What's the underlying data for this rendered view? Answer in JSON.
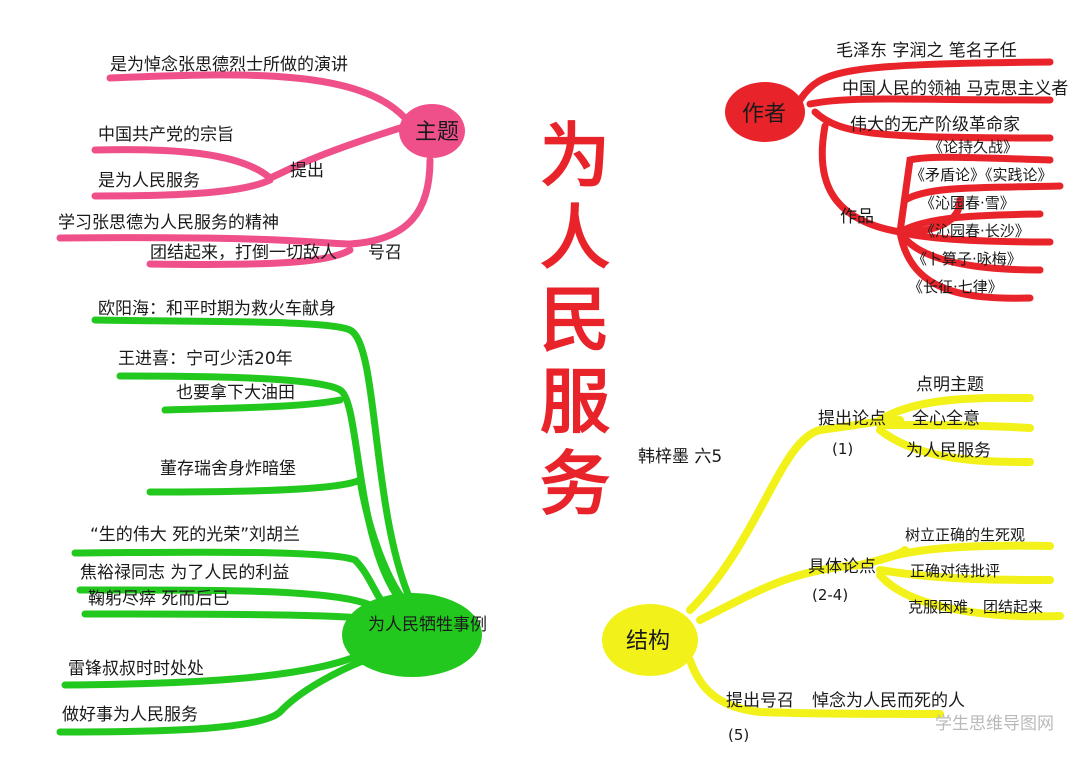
{
  "title": "为人民服务",
  "author_signature": "韩梓墨 六5",
  "watermark": "学生思维导图网",
  "colors": {
    "title": "#e8232a",
    "theme_branch": "#f0508a",
    "author_branch": "#e8232a",
    "examples_branch": "#22c81e",
    "structure_branch": "#f2f21a"
  },
  "theme": {
    "label": "主题",
    "items": [
      "是为悼念张思德烈士所做的演讲",
      "中国共产党的宗旨",
      "是为人民服务",
      "学习张思德为人民服务的精神",
      "团结起来，打倒一切敌人"
    ],
    "sub_tichu": "提出",
    "sub_haozhao": "号召"
  },
  "author": {
    "label": "作者",
    "items": [
      "毛泽东 字润之 笔名子任",
      "中国人民的领袖 马克思主义者",
      "伟大的无产阶级革命家"
    ],
    "works_label": "作品",
    "works": [
      "《论持久战》",
      "《矛盾论》《实践论》",
      "《沁园春·雪》",
      "《沁园春·长沙》",
      "《卜算子·咏梅》",
      "《长征·七律》"
    ]
  },
  "examples": {
    "label": "为人民牺牲事例",
    "items": [
      "欧阳海：和平时期为救火车献身",
      "王进喜：宁可少活20年",
      "也要拿下大油田",
      "董存瑞舍身炸暗堡",
      "“生的伟大 死的光荣”刘胡兰",
      "焦裕禄同志 为了人民的利益",
      "鞠躬尽瘁 死而后已",
      "雷锋叔叔时时处处",
      "做好事为人民服务"
    ]
  },
  "structure": {
    "label": "结构",
    "part1_label": "提出论点",
    "part1_num": "(1)",
    "part1_items": [
      "点明主题",
      "全心全意",
      "为人民服务"
    ],
    "part2_label": "具体论点",
    "part2_num": "(2-4)",
    "part2_items": [
      "树立正确的生死观",
      "正确对待批评",
      "克服困难，团结起来"
    ],
    "part3_label": "提出号召",
    "part3_text": "悼念为人民而死的人",
    "part3_num": "(5)"
  }
}
